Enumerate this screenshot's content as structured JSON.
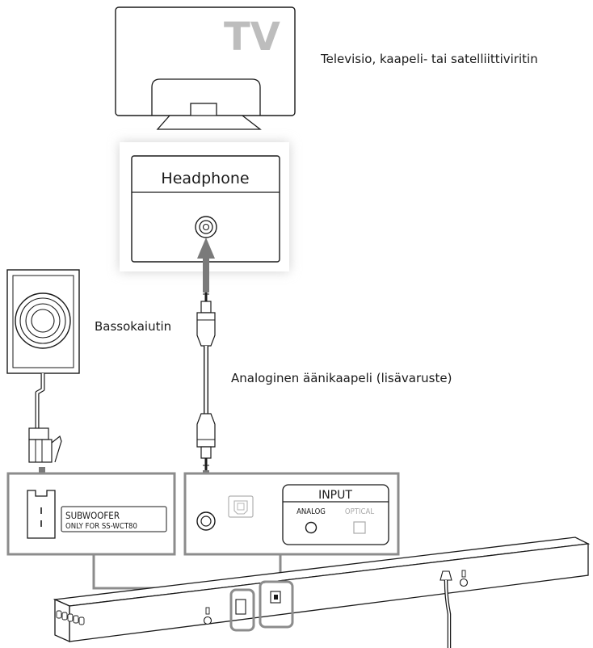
{
  "tv": {
    "label": "TV"
  },
  "labels": {
    "tv_caption": "Televisio, kaapeli- tai satelliittiviritin",
    "subwoofer_caption": "Bassokaiutin",
    "cable_caption": "Analoginen äänikaapeli (lisävaruste)"
  },
  "headphone_panel": {
    "title": "Headphone"
  },
  "subwoofer_panel": {
    "line1": "SUBWOOFER",
    "line2": "ONLY FOR SS-WCT80"
  },
  "input_panel": {
    "title": "INPUT",
    "analog": "ANALOG",
    "optical": "OPTICAL"
  },
  "colors": {
    "outline": "#1a1a1a",
    "callout_gray": "#8c8c8c",
    "arrow_gray": "#7a7a7a",
    "disabled_text": "#aaaaaa",
    "glow": "#d9d9d9"
  }
}
